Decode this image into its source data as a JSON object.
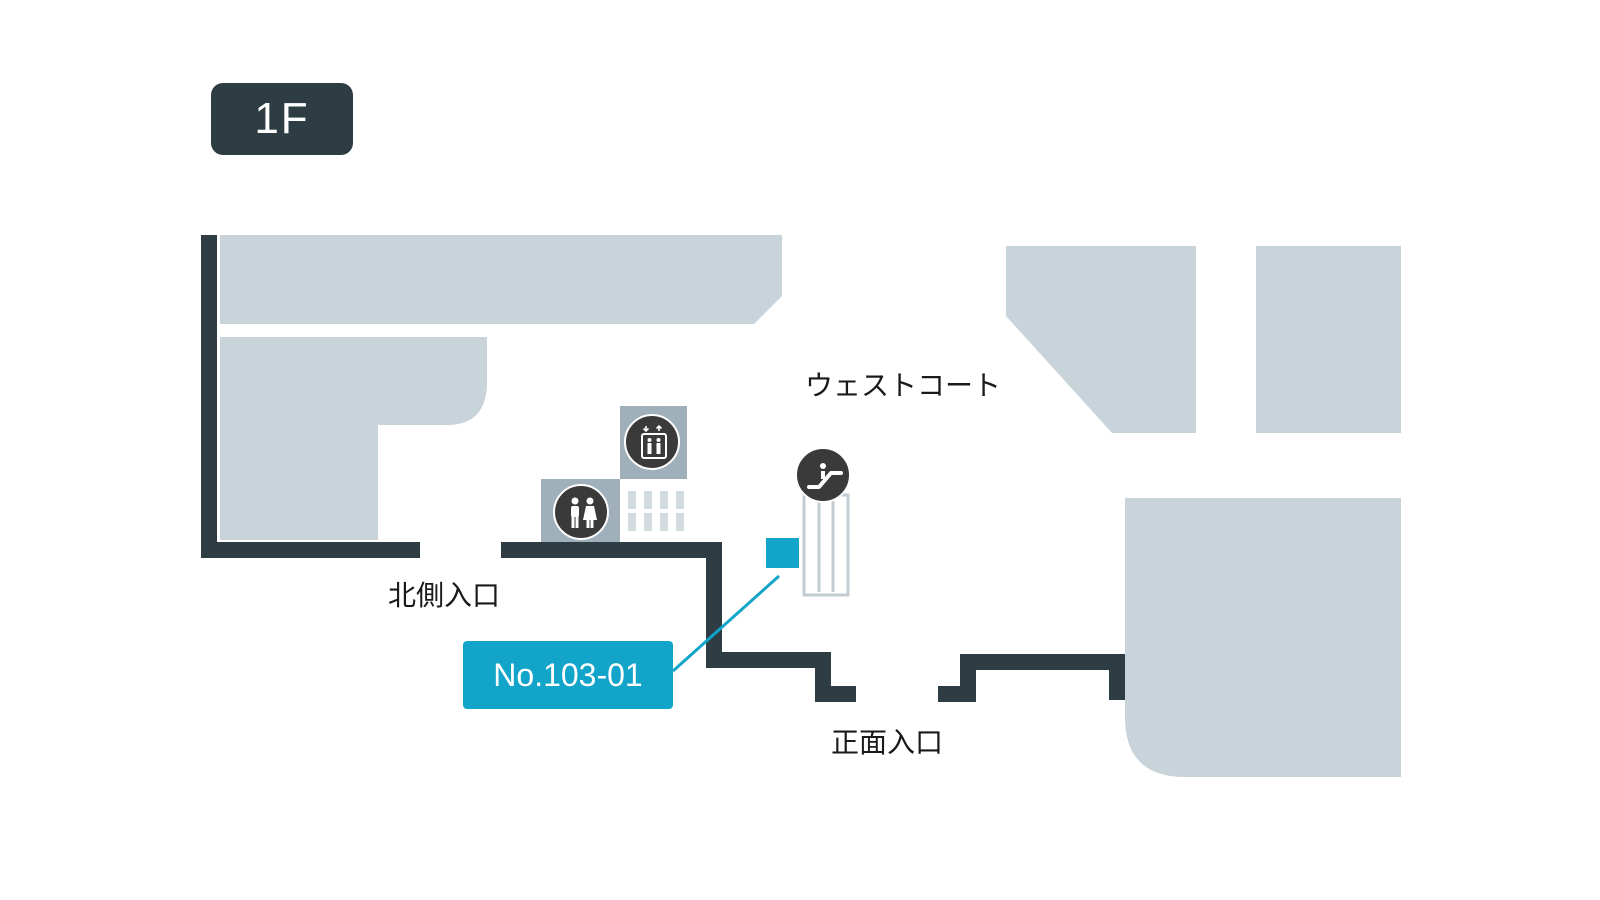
{
  "floor": {
    "label": "1F"
  },
  "labels": {
    "west_court": "ウェストコート",
    "north_entrance": "北側入口",
    "front_entrance": "正面入口"
  },
  "unit": {
    "number": "No.103-01"
  },
  "facilities": {
    "elevator_icon": "elevator-icon",
    "restroom_icon": "restroom-icon",
    "escalator_icon": "escalator-icon"
  },
  "colors": {
    "wall": "#2e3d44",
    "block": "#c8d3da",
    "facility_block": "#9fb0ba",
    "highlight": "#12a5c9",
    "icon_bg": "#3a3a3a"
  }
}
